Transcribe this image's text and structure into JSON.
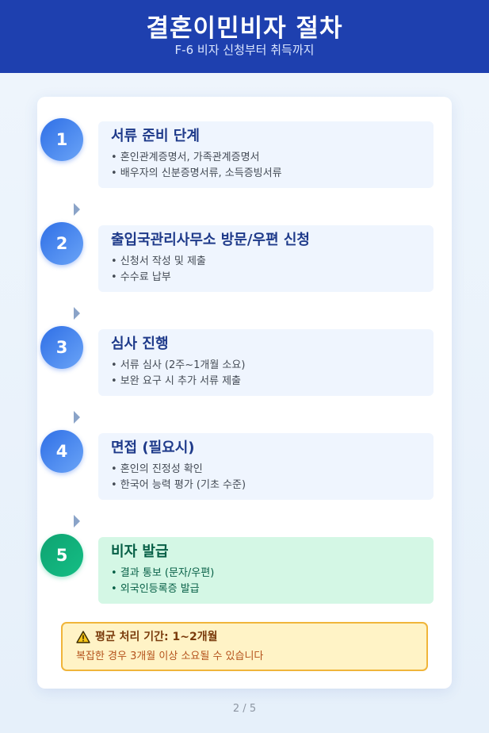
{
  "header": {
    "title": "결혼이민비자 절차",
    "subtitle": "F-6 비자 신청부터 취득까지"
  },
  "steps": [
    {
      "number": "1",
      "title": "서류 준비 단계",
      "items": [
        "• 혼인관계증명서, 가족관계증명서",
        "• 배우자의 신분증명서류, 소득증빙서류"
      ]
    },
    {
      "number": "2",
      "title": "출입국관리사무소 방문/우편 신청",
      "items": [
        "• 신청서 작성 및 제출",
        "• 수수료 납부"
      ]
    },
    {
      "number": "3",
      "title": "심사 진행",
      "items": [
        "• 서류 심사 (2주~1개월 소요)",
        "• 보완 요구 시 추가 서류 제출"
      ]
    },
    {
      "number": "4",
      "title": "면접 (필요시)",
      "items": [
        "• 혼인의 진정성 확인",
        "• 한국어 능력 평가 (기초 수준)"
      ]
    },
    {
      "number": "5",
      "title": "비자 발급",
      "items": [
        "• 결과 통보 (문자/우편)",
        "• 외국인등록증 발급"
      ]
    }
  ],
  "notice": {
    "icon": "warning-icon",
    "headline": "평균 처리 기간: 1~2개월",
    "detail": "복잡한 경우 3개월 이상 소요될 수 있습니다"
  },
  "pagination": "2 / 5",
  "colors": {
    "header_bg": "#1e40af",
    "step_blue": "#2f6fe6",
    "step_green": "#0ea371",
    "notice_bg": "#fff3c6",
    "notice_border": "#f0b53a"
  }
}
